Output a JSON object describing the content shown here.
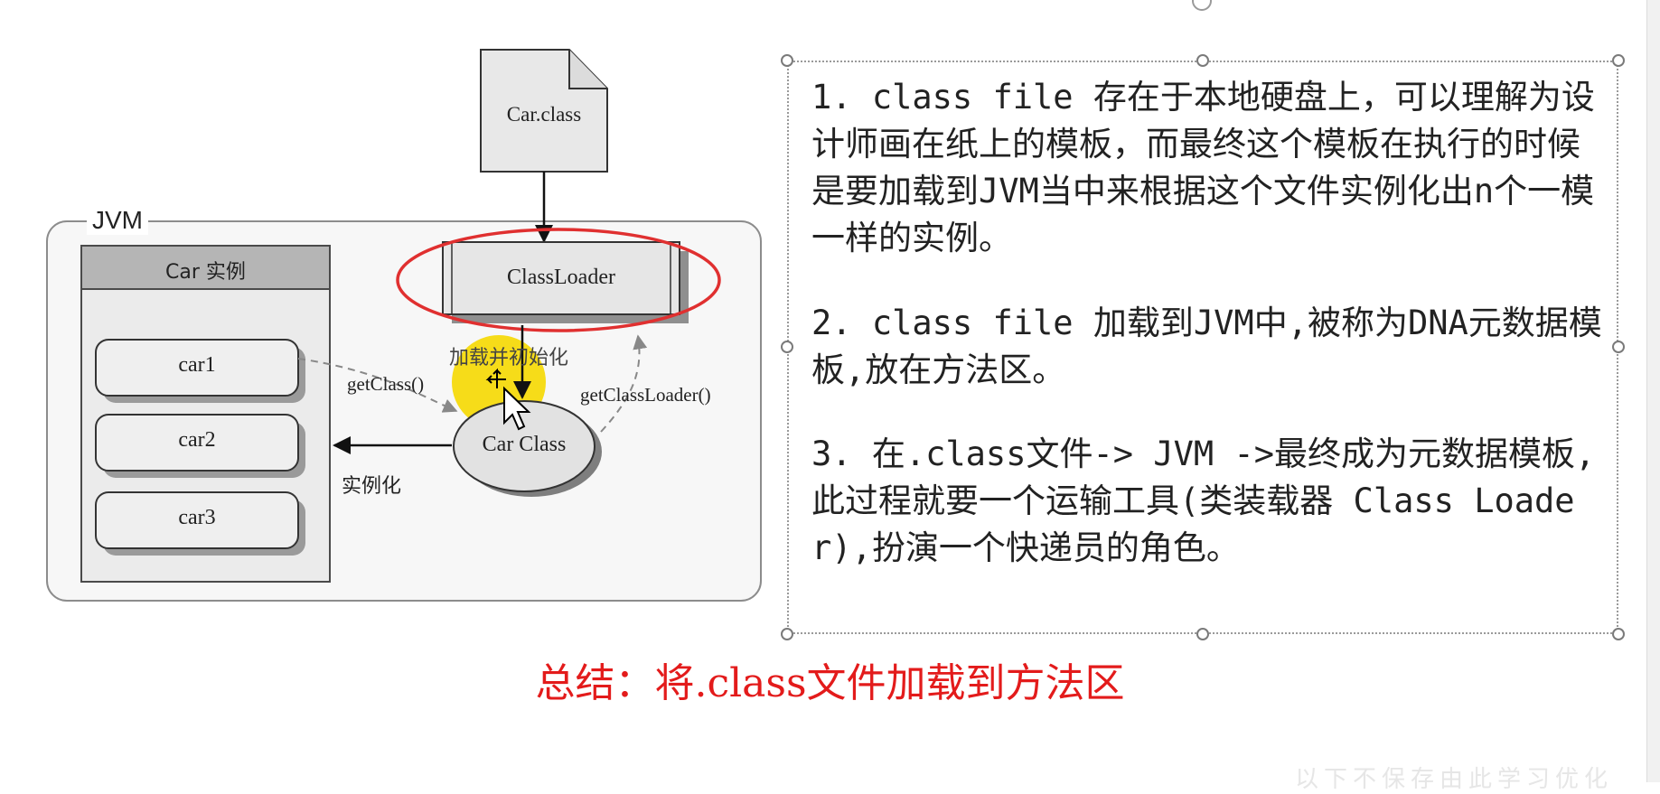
{
  "diagram": {
    "jvm_label": "JVM",
    "car_instance_header": "Car 实例",
    "cars": [
      "car1",
      "car2",
      "car3"
    ],
    "class_file": "Car.class",
    "class_loader": "ClassLoader",
    "car_class": "Car Class",
    "load_init_label": "加载并初始化",
    "get_class_label": "getClass()",
    "get_class_loader_label": "getClassLoader()",
    "instantiate_label": "实例化"
  },
  "notes": {
    "p1": "1. class file 存在于本地硬盘上，可以理解为设计师画在纸上的模板，而最终这个模板在执行的时候是要加载到JVM当中来根据这个文件实例化出n个一模一样的实例。",
    "p2": "2. class file 加载到JVM中,被称为DNA元数据模板,放在方法区。",
    "p3": "3. 在.class文件-> JVM ->最终成为元数据模板,此过程就要一个运输工具(类装载器 Class Loader),扮演一个快递员的角色。"
  },
  "summary": "总结：将.class文件加载到方法区",
  "watermark": "以下不保存由此学习优化",
  "colors": {
    "summary": "#e31b1b",
    "highlight_ring": "#e03030",
    "cursor_highlight": "#f5d800"
  }
}
